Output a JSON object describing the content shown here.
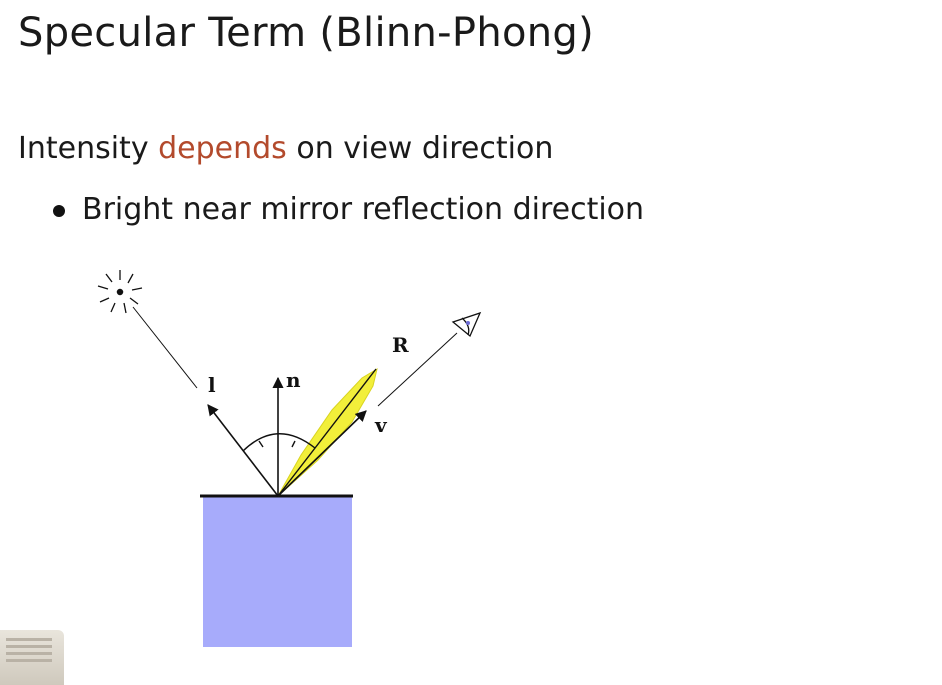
{
  "slide": {
    "title": "Specular Term (Blinn-Phong)",
    "intro": {
      "before": "Intensity ",
      "highlight": "depends",
      "after": " on view direction"
    },
    "bullets": [
      {
        "text": "Bright near mirror reflection direction"
      }
    ]
  },
  "diagram": {
    "labels": {
      "light_vector": "l",
      "normal_vector": "n",
      "reflection_vector": "R",
      "view_vector": "v"
    },
    "colors": {
      "surface_block": "#a7abfb",
      "specular_lobe": "#f2ef3a",
      "highlight_word": "#b34a2c",
      "lines": "#111111"
    },
    "icons": [
      "light-source-icon",
      "eye-icon"
    ]
  }
}
